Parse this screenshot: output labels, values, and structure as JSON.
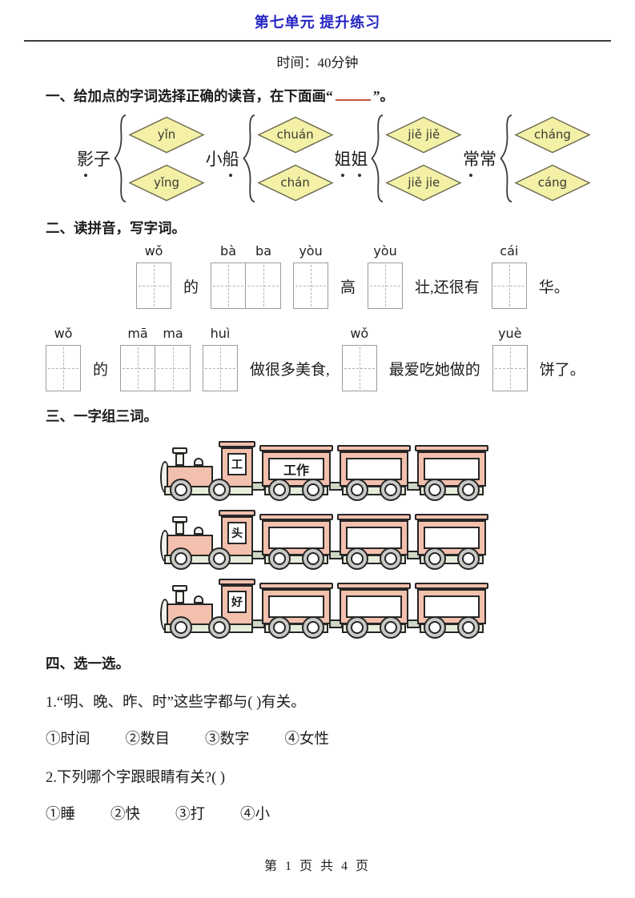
{
  "header": {
    "title": "第七单元 提升练习",
    "time": "时间：40分钟"
  },
  "colors": {
    "title_blue": "#2424c4",
    "blank_red": "#c4553a",
    "diamond_fill": "#f4f0a6",
    "diamond_border": "#6f6f52",
    "train_salmon": "#f2c0ad",
    "train_base_green": "#e5edda",
    "wheel_gray": "#c9c9c6"
  },
  "section1": {
    "heading_prefix": "一、给加点的字词选择正确的读音，在下面画“",
    "heading_suffix": "”。",
    "groups": [
      {
        "word": [
          {
            "ch": "影",
            "dot": true
          },
          {
            "ch": "子",
            "dot": false
          }
        ],
        "options": [
          "yǐn",
          "yǐng"
        ]
      },
      {
        "word": [
          {
            "ch": "小",
            "dot": false
          },
          {
            "ch": "船",
            "dot": true
          }
        ],
        "options": [
          "chuán",
          "chán"
        ]
      },
      {
        "word": [
          {
            "ch": "姐",
            "dot": true
          },
          {
            "ch": "姐",
            "dot": true
          }
        ],
        "options": [
          "jiě jiě",
          "jiě jie"
        ]
      },
      {
        "word": [
          {
            "ch": "常",
            "dot": true
          },
          {
            "ch": "常",
            "dot": false
          }
        ],
        "options": [
          "cháng",
          "cáng"
        ]
      }
    ]
  },
  "section2": {
    "heading": "二、读拼音，写字词。",
    "line1": {
      "b1": [
        "wǒ"
      ],
      "t1": "的",
      "b2": [
        "bà",
        "ba"
      ],
      "b3": [
        "yòu"
      ],
      "t2": "高",
      "b4": [
        "yòu"
      ],
      "t3": "壮,还很有",
      "b5": [
        "cái"
      ],
      "t4": "华。"
    },
    "line2": {
      "b1": [
        "wǒ"
      ],
      "t1": "的",
      "b2": [
        "mā",
        "ma"
      ],
      "b3": [
        "huì"
      ],
      "t2": "做很多美食,",
      "b4": [
        "wǒ"
      ],
      "t3": "最爱吃她做的",
      "b5": [
        "yuè"
      ],
      "t4": "饼了。"
    }
  },
  "section3": {
    "heading": "三、一字组三词。",
    "trains": [
      {
        "cab": "工",
        "cars": [
          "工作",
          "",
          ""
        ]
      },
      {
        "cab": "头",
        "cars": [
          "",
          "",
          ""
        ]
      },
      {
        "cab": "好",
        "cars": [
          "",
          "",
          ""
        ]
      }
    ]
  },
  "section4": {
    "heading": "四、选一选。",
    "q1": "1.“明、晚、昨、时”这些字都与(      )有关。",
    "q1_options": [
      "①时间",
      "②数目",
      "③数字",
      "④女性"
    ],
    "q2": "2.下列哪个字跟眼睛有关?(      )",
    "q2_options": [
      "①睡",
      "②快",
      "③打",
      "④小"
    ]
  },
  "footer": {
    "page_indicator": "第 1 页 共 4 页"
  }
}
